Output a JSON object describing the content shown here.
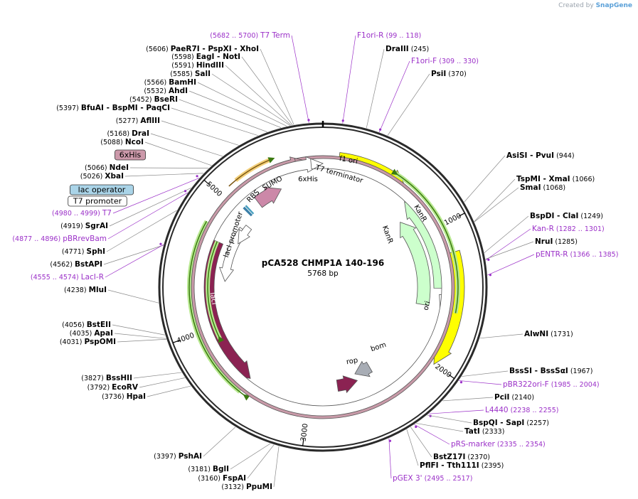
{
  "credit": {
    "prefix": "Created by",
    "brand": "SnapGene"
  },
  "plasmid": {
    "name": "pCA528 CHMP1A 140-196",
    "length_label": "5768 bp",
    "length": 5768
  },
  "ticks": [
    "1000",
    "2000",
    "3000",
    "4000",
    "5000"
  ],
  "colors": {
    "enzyme": "#000000",
    "primer": "#9b30c8",
    "feature_lacI": "#8b2252",
    "feature_yellow": "#ffff00",
    "feature_kanr": "#ccffcc",
    "feature_sumo": "#cc88a8",
    "feature_bom": "#a8adb5"
  },
  "features": [
    {
      "name": "6xHis",
      "label": "6xHis"
    },
    {
      "name": "T7 terminator",
      "label": "T7 terminator"
    },
    {
      "name": "f1 ori",
      "label": "f1 ori"
    },
    {
      "name": "KanR outer",
      "label": "KanR"
    },
    {
      "name": "KanR inner",
      "label": "KanR"
    },
    {
      "name": "ori",
      "label": "ori"
    },
    {
      "name": "rop",
      "label": "rop"
    },
    {
      "name": "bom",
      "label": "bom"
    },
    {
      "name": "lacI",
      "label": "lacI"
    },
    {
      "name": "lacI promoter",
      "label": "lacI promoter"
    },
    {
      "name": "SUMO",
      "label": "SUMO"
    },
    {
      "name": "RBS",
      "label": "RBS"
    }
  ],
  "boxed_labels": [
    {
      "name": "6xHis box",
      "text": "6xHis"
    },
    {
      "name": "lac operator",
      "text": "lac operator"
    },
    {
      "name": "T7 promoter",
      "text": "T7 promoter"
    }
  ],
  "sites": [
    {
      "pos": "(5682 .. 5700)",
      "name": "T7 Term",
      "type": "primer"
    },
    {
      "pos": "",
      "name": "F1ori-R",
      "pos_after": "(99 .. 118)",
      "type": "primer"
    },
    {
      "name": "DraIII",
      "pos_after": "(245)",
      "type": "enzyme"
    },
    {
      "name": "F1ori-F",
      "pos_after": "(309 .. 330)",
      "type": "primer"
    },
    {
      "name": "PsiI",
      "pos_after": "(370)",
      "type": "enzyme"
    },
    {
      "pos": "(5606)",
      "name": "PaeR7I  - PspXI  - XhoI",
      "type": "enzyme"
    },
    {
      "pos": "(5598)",
      "name": "EagI  - NotI",
      "type": "enzyme"
    },
    {
      "pos": "(5591)",
      "name": "HindIII",
      "type": "enzyme"
    },
    {
      "pos": "(5585)",
      "name": "SalI",
      "type": "enzyme"
    },
    {
      "pos": "(5566)",
      "name": "BamHI",
      "type": "enzyme"
    },
    {
      "pos": "(5532)",
      "name": "AhdI",
      "type": "enzyme"
    },
    {
      "pos": "(5452)",
      "name": "BseRI",
      "type": "enzyme"
    },
    {
      "pos": "(5397)",
      "name": "BfuAI  - BspMI  - PaqCI",
      "type": "enzyme"
    },
    {
      "pos": "(5277)",
      "name": "AflIII",
      "type": "enzyme"
    },
    {
      "pos": "(5168)",
      "name": "DraI",
      "type": "enzyme"
    },
    {
      "pos": "(5088)",
      "name": "NcoI",
      "type": "enzyme"
    },
    {
      "pos": "(5066)",
      "name": "NdeI",
      "type": "enzyme"
    },
    {
      "pos": "(5026)",
      "name": "XbaI",
      "type": "enzyme"
    },
    {
      "pos": "(4980 .. 4999)",
      "name": "T7",
      "type": "primer"
    },
    {
      "pos": "(4919)",
      "name": "SgrAI",
      "type": "enzyme"
    },
    {
      "pos": "(4877 .. 4896)",
      "name": "pBRrevBam",
      "type": "primer"
    },
    {
      "pos": "(4771)",
      "name": "SphI",
      "type": "enzyme"
    },
    {
      "pos": "(4562)",
      "name": "BstAPI",
      "type": "enzyme"
    },
    {
      "pos": "(4555 .. 4574)",
      "name": "LacI-R",
      "type": "primer"
    },
    {
      "pos": "(4238)",
      "name": "MluI",
      "type": "enzyme"
    },
    {
      "pos": "(4056)",
      "name": "BstEII",
      "type": "enzyme"
    },
    {
      "pos": "(4035)",
      "name": "ApaI",
      "type": "enzyme"
    },
    {
      "pos": "(4031)",
      "name": "PspOMI",
      "type": "enzyme"
    },
    {
      "pos": "(3827)",
      "name": "BssHII",
      "type": "enzyme"
    },
    {
      "pos": "(3792)",
      "name": "EcoRV",
      "type": "enzyme"
    },
    {
      "pos": "(3736)",
      "name": "HpaI",
      "type": "enzyme"
    },
    {
      "pos": "(3397)",
      "name": "PshAI",
      "type": "enzyme"
    },
    {
      "pos": "(3181)",
      "name": "BglI",
      "type": "enzyme"
    },
    {
      "pos": "(3160)",
      "name": "FspAI",
      "type": "enzyme"
    },
    {
      "pos": "(3132)",
      "name": "PpuMI",
      "type": "enzyme"
    },
    {
      "name": "AsiSI  - PvuI",
      "pos_after": "(944)",
      "type": "enzyme"
    },
    {
      "name": "TspMI  - XmaI",
      "pos_after": "(1066)",
      "type": "enzyme"
    },
    {
      "name": "SmaI",
      "pos_after": "(1068)",
      "type": "enzyme"
    },
    {
      "name": "BspDI  - ClaI",
      "pos_after": "(1249)",
      "type": "enzyme"
    },
    {
      "name": "Kan-R",
      "pos_after": "(1282 .. 1301)",
      "type": "primer"
    },
    {
      "name": "NruI",
      "pos_after": "(1285)",
      "type": "enzyme"
    },
    {
      "name": "pENTR-R",
      "pos_after": "(1366 .. 1385)",
      "type": "primer"
    },
    {
      "name": "AlwNI",
      "pos_after": "(1731)",
      "type": "enzyme"
    },
    {
      "name": "BssSI  - BssSαI",
      "pos_after": "(1967)",
      "type": "enzyme"
    },
    {
      "name": "pBR322ori-F",
      "pos_after": "(1985 .. 2004)",
      "type": "primer"
    },
    {
      "name": "PciI",
      "pos_after": "(2140)",
      "type": "enzyme"
    },
    {
      "name": "L4440",
      "pos_after": "(2238 .. 2255)",
      "type": "primer"
    },
    {
      "name": "BspQI  - SapI",
      "pos_after": "(2257)",
      "type": "enzyme"
    },
    {
      "name": "TatI",
      "pos_after": "(2333)",
      "type": "enzyme"
    },
    {
      "name": "pRS-marker",
      "pos_after": "(2335 .. 2354)",
      "type": "primer"
    },
    {
      "name": "BstZ17I",
      "pos_after": "(2370)",
      "type": "enzyme"
    },
    {
      "name": "PflFI  - Tth111I",
      "pos_after": "(2395)",
      "type": "enzyme"
    },
    {
      "name": "pGEX 3'",
      "pos_after": "(2495 .. 2517)",
      "type": "primer"
    }
  ]
}
